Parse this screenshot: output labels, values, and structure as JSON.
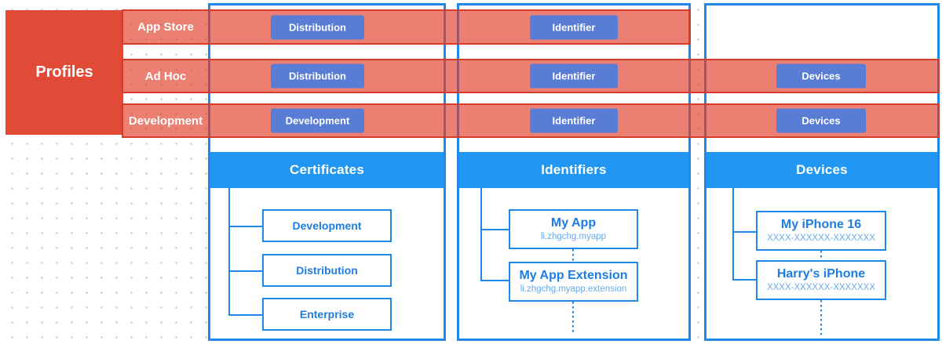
{
  "profiles_panel": {
    "title": "Profiles",
    "rows": [
      {
        "label": "App Store",
        "certificates_button": "Distribution",
        "identifiers_button": "Identifier"
      },
      {
        "label": "Ad Hoc",
        "certificates_button": "Distribution",
        "identifiers_button": "Identifier",
        "devices_button": "Devices"
      },
      {
        "label": "Development",
        "certificates_button": "Development",
        "identifiers_button": "Identifier",
        "devices_button": "Devices"
      }
    ]
  },
  "columns": {
    "certificates": {
      "title": "Certificates",
      "items": [
        {
          "title": "Development"
        },
        {
          "title": "Distribution"
        },
        {
          "title": "Enterprise"
        }
      ]
    },
    "identifiers": {
      "title": "Identifiers",
      "items": [
        {
          "title": "My App",
          "subtitle": "li.zhgchg.myapp"
        },
        {
          "title": "My App Extension",
          "subtitle": "li.zhgchg.myapp.extension"
        }
      ]
    },
    "devices": {
      "title": "Devices",
      "items": [
        {
          "title": "My iPhone 16",
          "subtitle": "XXXX-XXXXXX-XXXXXXX"
        },
        {
          "title": "Harry's iPhone",
          "subtitle": "XXXX-XXXXXX-XXXXXXX"
        }
      ]
    }
  },
  "colors": {
    "profile_red": "#e24a38",
    "band_fill": "rgba(224,60,41,0.66)",
    "band_border": "#d63c2a",
    "column_border_blue": "#2088e8",
    "header_blue": "#2196f3",
    "chip_blue": "#597dd5",
    "node_text_blue": "#1e7de0",
    "node_subtext_blue": "#6aa9ea"
  }
}
